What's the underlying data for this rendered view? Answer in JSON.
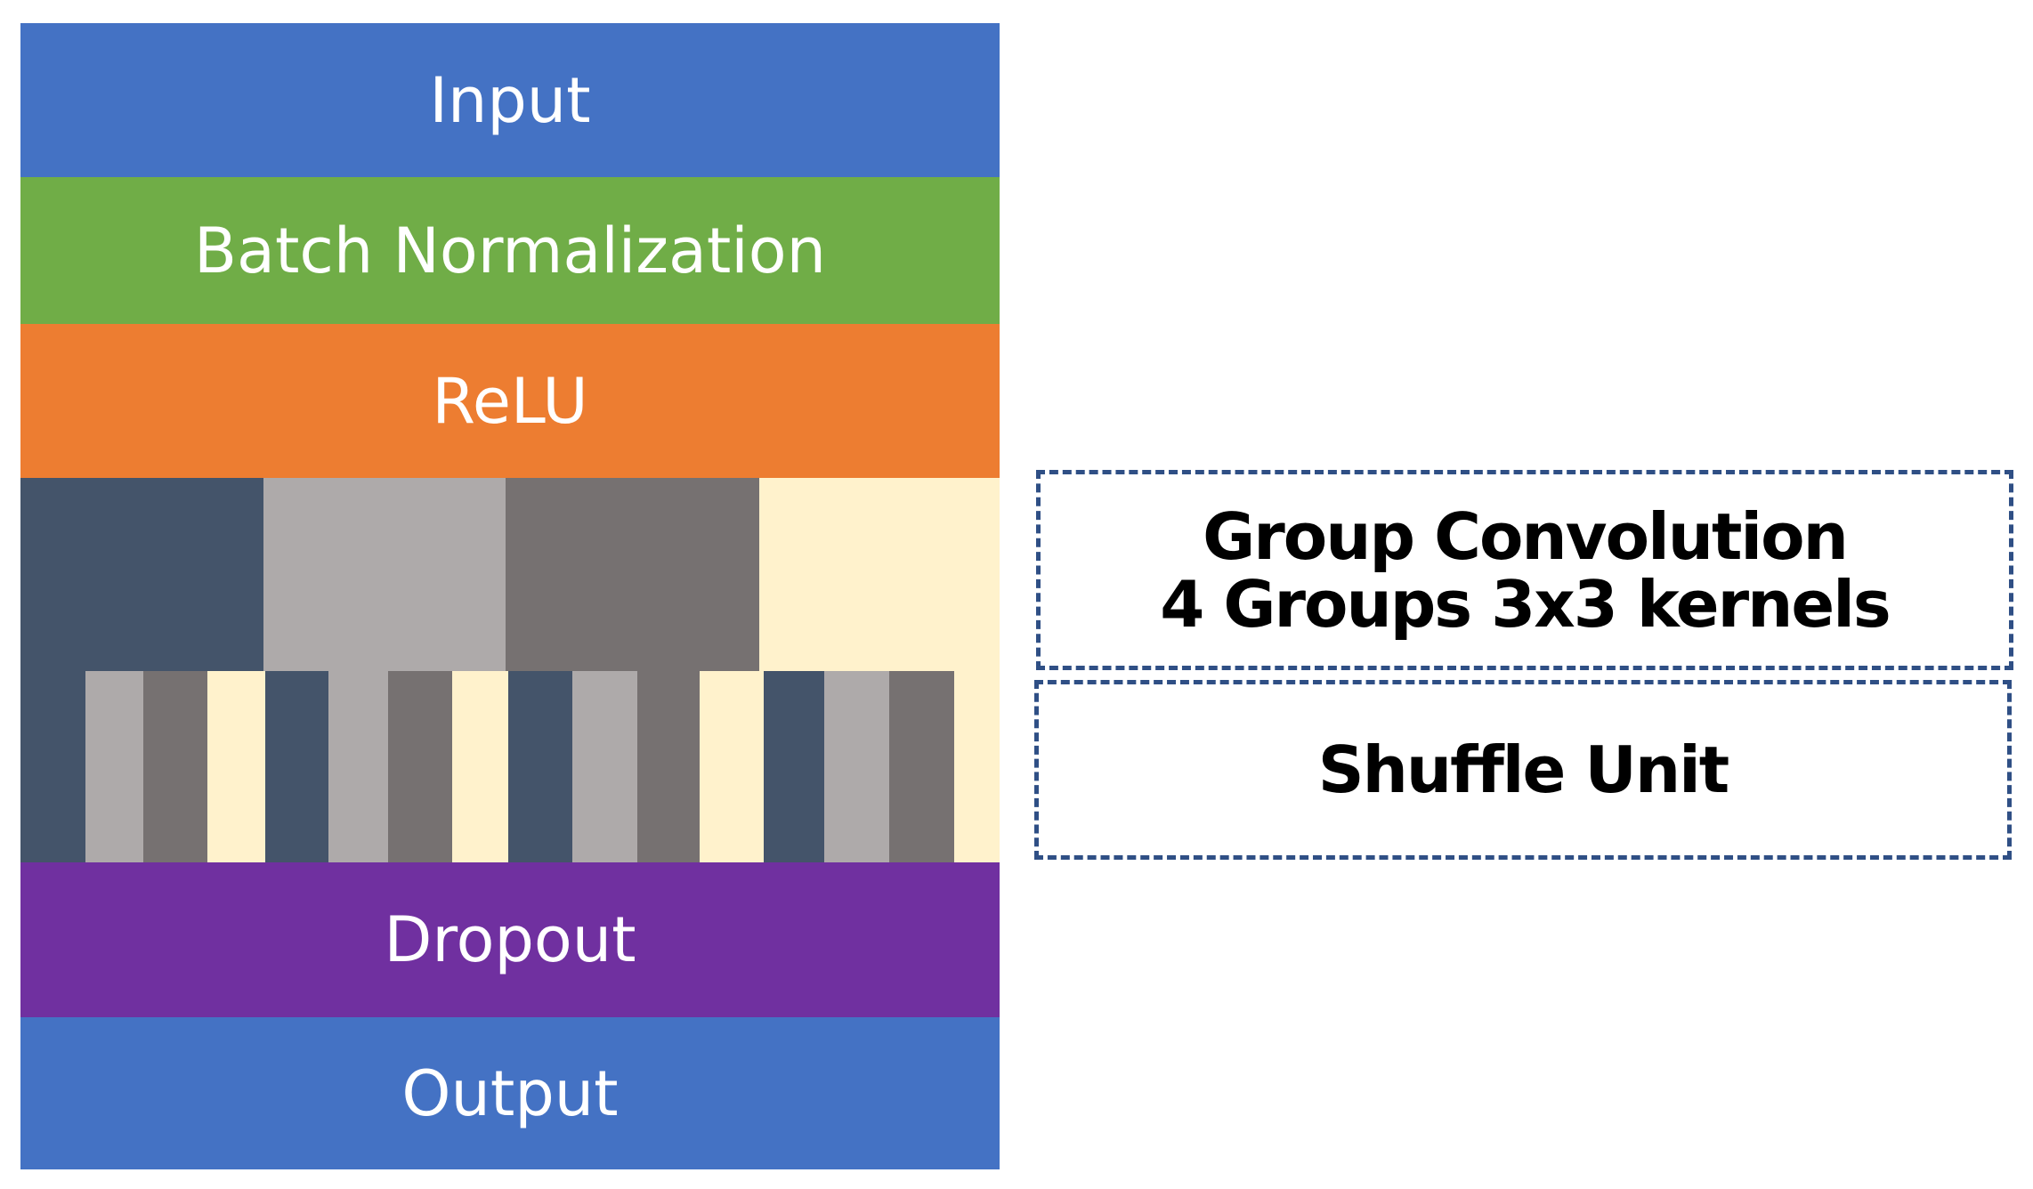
{
  "layers": {
    "input": "Input",
    "batch_norm": "Batch Normalization",
    "relu": "ReLU",
    "dropout": "Dropout",
    "output": "Output"
  },
  "annotations": {
    "group_conv_line1": "Group Convolution",
    "group_conv_line2": "4 Groups 3x3 kernels",
    "shuffle_unit": "Shuffle Unit"
  },
  "colors": {
    "input": "#4472c4",
    "batch_norm": "#70ad47",
    "relu": "#ed7d31",
    "dropout": "#7030a0",
    "output": "#4472c4",
    "group_1": "#44546a",
    "group_2": "#aeaaaa",
    "group_3": "#767171",
    "group_4": "#fff2cc",
    "dashed_border": "#2f4f85"
  }
}
